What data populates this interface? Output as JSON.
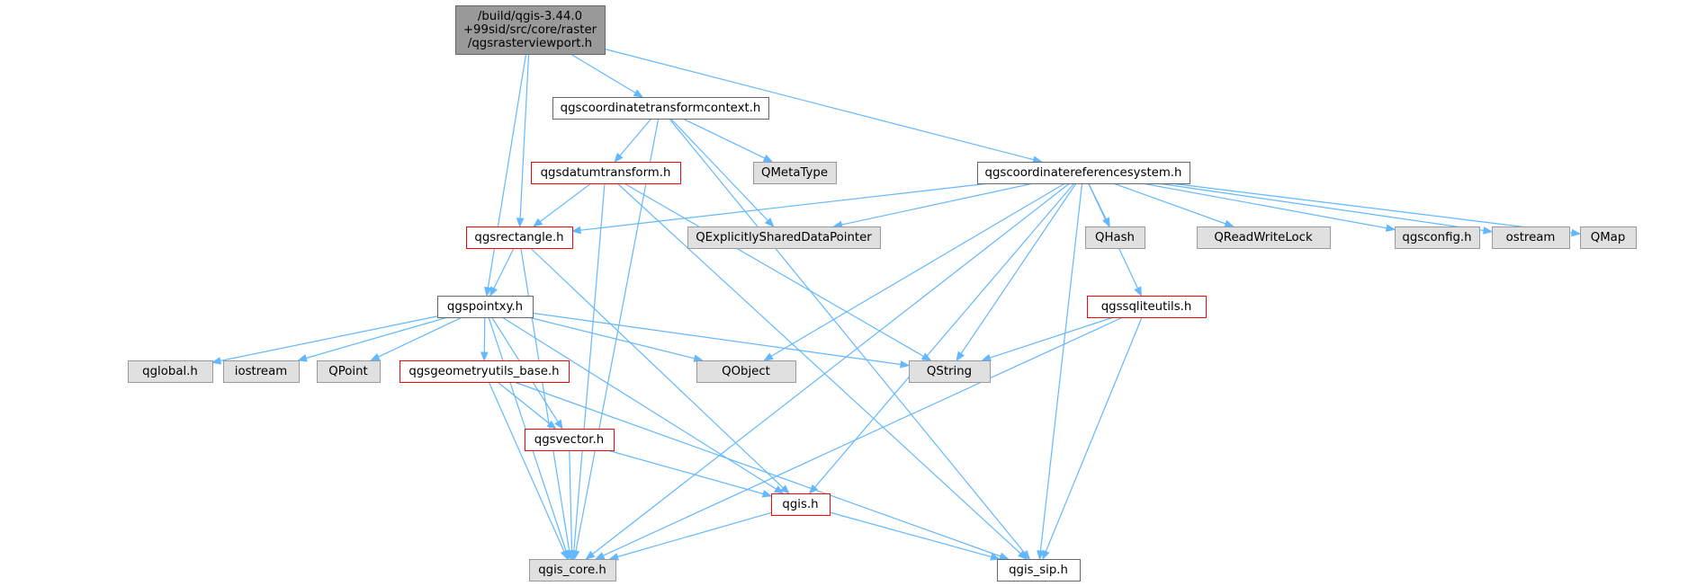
{
  "colors": {
    "edge": "#63b8ff",
    "root_fill": "#999999",
    "root_border": "#666666",
    "local_fill": "#ffffff",
    "local_border": "#666666",
    "incomplete_border": "#ff0000",
    "external_fill": "#e0e0e0",
    "external_border": "#999999"
  },
  "nodes": [
    {
      "id": "root",
      "kind": "root",
      "lines": [
        "/build/qgis-3.44.0",
        "+99sid/src/core/raster",
        "/qgsrasterviewport.h"
      ]
    },
    {
      "id": "ctc",
      "kind": "local",
      "lines": [
        "qgscoordinatetransformcontext.h"
      ]
    },
    {
      "id": "crs",
      "kind": "local",
      "lines": [
        "qgscoordinatereferencesystem.h"
      ]
    },
    {
      "id": "dt",
      "kind": "incomplete",
      "lines": [
        "qgsdatumtransform.h"
      ]
    },
    {
      "id": "mt",
      "kind": "external",
      "lines": [
        "QMetaType"
      ]
    },
    {
      "id": "esdp",
      "kind": "external",
      "lines": [
        "QExplicitlySharedDataPointer"
      ]
    },
    {
      "id": "rect",
      "kind": "incomplete",
      "lines": [
        "qgsrectangle.h"
      ]
    },
    {
      "id": "qhash",
      "kind": "external",
      "lines": [
        "QHash"
      ]
    },
    {
      "id": "rwlock",
      "kind": "external",
      "lines": [
        "QReadWriteLock"
      ]
    },
    {
      "id": "config",
      "kind": "external",
      "lines": [
        "qgsconfig.h"
      ]
    },
    {
      "id": "ostream",
      "kind": "external",
      "lines": [
        "ostream"
      ]
    },
    {
      "id": "qmap",
      "kind": "external",
      "lines": [
        "QMap"
      ]
    },
    {
      "id": "pointxy",
      "kind": "local",
      "lines": [
        "qgspointxy.h"
      ]
    },
    {
      "id": "sqlite",
      "kind": "incomplete",
      "lines": [
        "qgssqliteutils.h"
      ]
    },
    {
      "id": "qglobal",
      "kind": "external",
      "lines": [
        "qglobal.h"
      ]
    },
    {
      "id": "iostream",
      "kind": "external",
      "lines": [
        "iostream"
      ]
    },
    {
      "id": "qpoint",
      "kind": "external",
      "lines": [
        "QPoint"
      ]
    },
    {
      "id": "geombase",
      "kind": "incomplete",
      "lines": [
        "qgsgeometryutils_base.h"
      ]
    },
    {
      "id": "qobject",
      "kind": "external",
      "lines": [
        "QObject"
      ]
    },
    {
      "id": "qstring",
      "kind": "external",
      "lines": [
        "QString"
      ]
    },
    {
      "id": "vector",
      "kind": "incomplete",
      "lines": [
        "qgsvector.h"
      ]
    },
    {
      "id": "qgis",
      "kind": "incomplete",
      "lines": [
        "qgis.h"
      ]
    },
    {
      "id": "core",
      "kind": "external",
      "lines": [
        "qgis_core.h"
      ]
    },
    {
      "id": "sip",
      "kind": "local",
      "lines": [
        "qgis_sip.h"
      ]
    }
  ],
  "edges": [
    [
      "root",
      "ctc"
    ],
    [
      "root",
      "crs"
    ],
    [
      "root",
      "rect"
    ],
    [
      "root",
      "pointxy"
    ],
    [
      "ctc",
      "dt"
    ],
    [
      "ctc",
      "mt"
    ],
    [
      "ctc",
      "esdp"
    ],
    [
      "ctc",
      "core"
    ],
    [
      "ctc",
      "sip"
    ],
    [
      "dt",
      "rect"
    ],
    [
      "dt",
      "core"
    ],
    [
      "dt",
      "qstring"
    ],
    [
      "dt",
      "sip"
    ],
    [
      "crs",
      "rect"
    ],
    [
      "crs",
      "esdp"
    ],
    [
      "crs",
      "qobject"
    ],
    [
      "crs",
      "qstring"
    ],
    [
      "crs",
      "qhash"
    ],
    [
      "crs",
      "rwlock"
    ],
    [
      "crs",
      "config"
    ],
    [
      "crs",
      "ostream"
    ],
    [
      "crs",
      "qmap"
    ],
    [
      "crs",
      "sqlite"
    ],
    [
      "crs",
      "qgis"
    ],
    [
      "crs",
      "core"
    ],
    [
      "crs",
      "sip"
    ],
    [
      "rect",
      "pointxy"
    ],
    [
      "rect",
      "core"
    ],
    [
      "rect",
      "qgis"
    ],
    [
      "pointxy",
      "qglobal"
    ],
    [
      "pointxy",
      "iostream"
    ],
    [
      "pointxy",
      "qpoint"
    ],
    [
      "pointxy",
      "geombase"
    ],
    [
      "pointxy",
      "qobject"
    ],
    [
      "pointxy",
      "qstring"
    ],
    [
      "pointxy",
      "vector"
    ],
    [
      "pointxy",
      "qgis"
    ],
    [
      "pointxy",
      "core"
    ],
    [
      "sqlite",
      "qstring"
    ],
    [
      "sqlite",
      "core"
    ],
    [
      "sqlite",
      "sip"
    ],
    [
      "geombase",
      "vector"
    ],
    [
      "geombase",
      "core"
    ],
    [
      "geombase",
      "sip"
    ],
    [
      "vector",
      "qgis"
    ],
    [
      "vector",
      "core"
    ],
    [
      "qgis",
      "core"
    ],
    [
      "qgis",
      "sip"
    ]
  ]
}
